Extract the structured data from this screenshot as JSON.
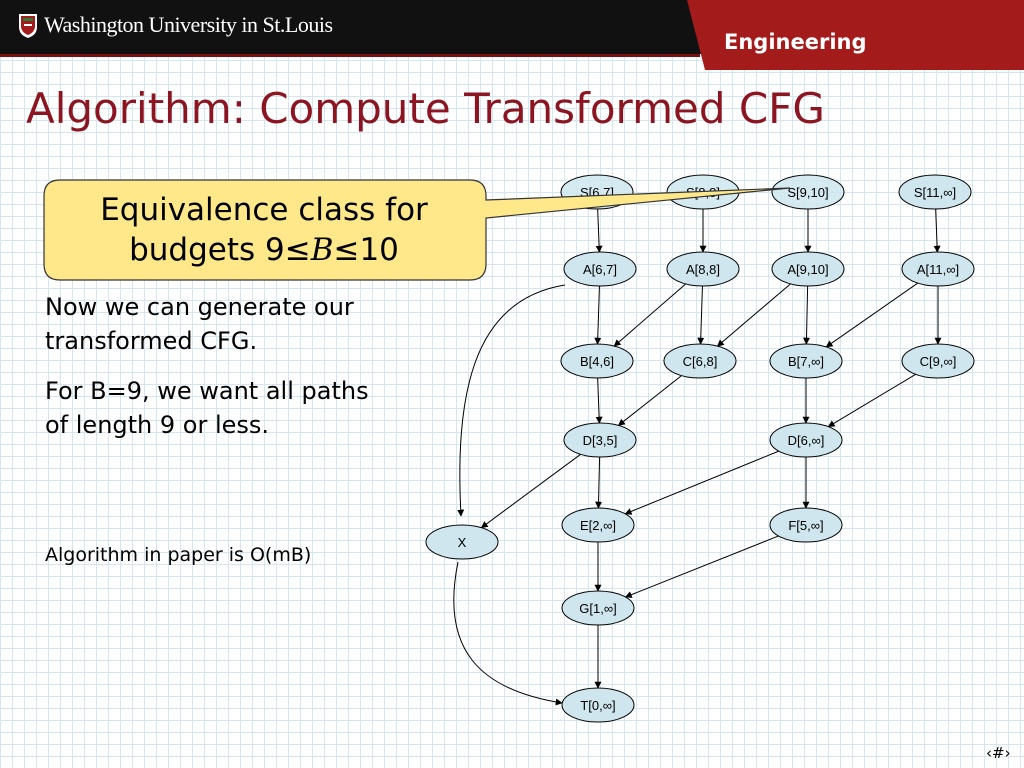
{
  "header": {
    "university": "Washington University in St.Louis",
    "school": "Engineering"
  },
  "title": "Algorithm: Compute Transformed CFG",
  "callout": {
    "line1": "Equivalence class for",
    "line2_prefix": "budgets 9≤",
    "line2_var": "B",
    "line2_suffix": "≤10"
  },
  "body": {
    "p1": "Now we can generate our transformed CFG.",
    "p2": "For B=9, we want all paths of length 9 or less.",
    "p3": "Algorithm in paper is O(mB)"
  },
  "diagram": {
    "nodes": [
      {
        "id": "S67",
        "label": "S[6,7]"
      },
      {
        "id": "S88",
        "label": "S[8,8]"
      },
      {
        "id": "S910",
        "label": "S[9,10]"
      },
      {
        "id": "S11",
        "label": "S[11,∞]"
      },
      {
        "id": "A67",
        "label": "A[6,7]"
      },
      {
        "id": "A88",
        "label": "A[8,8]"
      },
      {
        "id": "A910",
        "label": "A[9,10]"
      },
      {
        "id": "A11",
        "label": "A[11,∞]"
      },
      {
        "id": "B46",
        "label": "B[4,6]"
      },
      {
        "id": "C68",
        "label": "C[6,8]"
      },
      {
        "id": "B7",
        "label": "B[7,∞]"
      },
      {
        "id": "C9",
        "label": "C[9,∞]"
      },
      {
        "id": "D35",
        "label": "D[3,5]"
      },
      {
        "id": "D6",
        "label": "D[6,∞]"
      },
      {
        "id": "X",
        "label": "X"
      },
      {
        "id": "E2",
        "label": "E[2,∞]"
      },
      {
        "id": "F5",
        "label": "F[5,∞]"
      },
      {
        "id": "G1",
        "label": "G[1,∞]"
      },
      {
        "id": "T0",
        "label": "T[0,∞]"
      }
    ],
    "edges": [
      [
        "S67",
        "A67"
      ],
      [
        "S88",
        "A88"
      ],
      [
        "S910",
        "A910"
      ],
      [
        "S11",
        "A11"
      ],
      [
        "A67",
        "B46"
      ],
      [
        "A88",
        "B46"
      ],
      [
        "A88",
        "C68"
      ],
      [
        "A910",
        "C68"
      ],
      [
        "A910",
        "B7"
      ],
      [
        "A11",
        "B7"
      ],
      [
        "A11",
        "C9"
      ],
      [
        "B46",
        "D35"
      ],
      [
        "C68",
        "D35"
      ],
      [
        "B7",
        "D6"
      ],
      [
        "C9",
        "D6"
      ],
      [
        "A67",
        "X"
      ],
      [
        "D35",
        "X"
      ],
      [
        "D35",
        "E2"
      ],
      [
        "D6",
        "E2"
      ],
      [
        "D6",
        "F5"
      ],
      [
        "E2",
        "G1"
      ],
      [
        "F5",
        "G1"
      ],
      [
        "G1",
        "T0"
      ],
      [
        "X",
        "T0"
      ]
    ]
  },
  "slide_number": "‹#›",
  "colors": {
    "title": "#8b1520",
    "header_red": "#a31b1b",
    "node_fill": "#cfe6ee",
    "callout_fill": "#ffe88a"
  }
}
